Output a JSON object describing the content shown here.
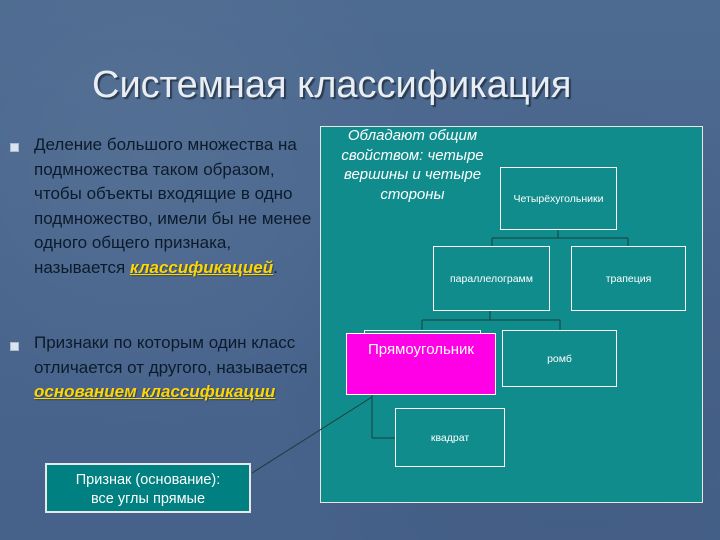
{
  "slide": {
    "title": "Системная классификация",
    "bullets": [
      {
        "text_before": "Деление большого множества на подмножества таком образом, чтобы объекты входящие в одно подмножество, имели бы не менее одного общего признака, называется ",
        "keyword": "классификацией",
        "text_after": "."
      },
      {
        "text_before": "Признаки по которым один класс отличается от другого, называется ",
        "keyword": "основанием классификации",
        "text_after": ""
      }
    ],
    "callout": {
      "line1": "Признак (основание):",
      "line2": "все углы прямые"
    },
    "diagram": {
      "note": "Обладают  общим свойством: четыре вершины и четыре стороны",
      "nodes": {
        "quadrilaterals": "Четырёхугольники",
        "parallelogram": "параллелограмм",
        "trapezoid": "трапеция",
        "rectangle": "Прямоугольник",
        "rhombus": "ромб",
        "square": "квадрат"
      }
    },
    "colors": {
      "background": "#4a6488",
      "diagram_fill": "#108c8c",
      "keyword": "#ffd600",
      "highlight_box": "#ff00e6"
    }
  }
}
